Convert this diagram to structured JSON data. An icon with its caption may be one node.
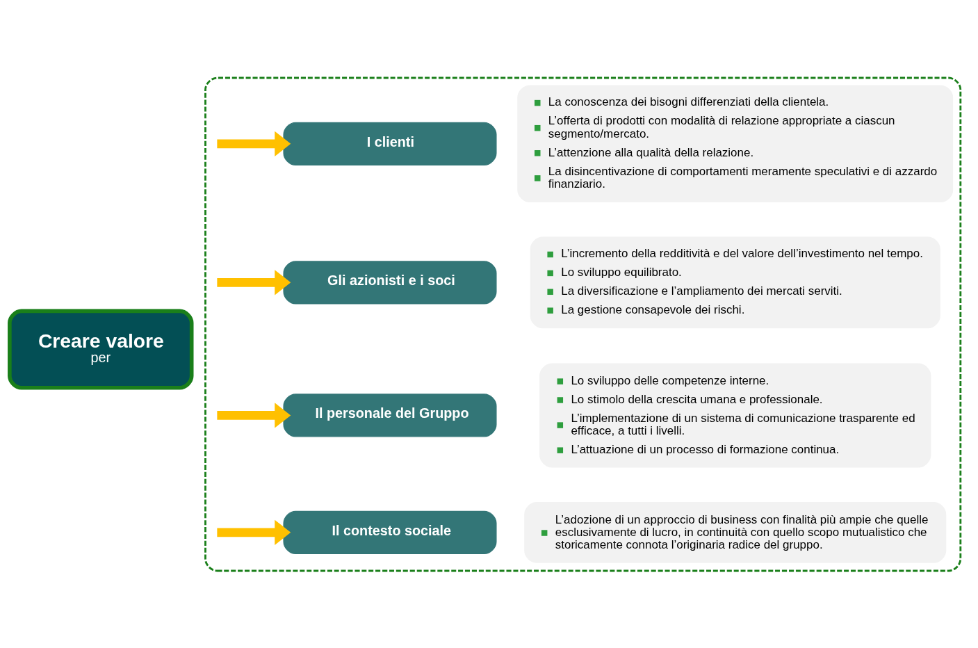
{
  "diagram": {
    "nodes": [
      {
        "text": [],
        "shape": "box"
      },
      {
        "text": [
          "Creare valore",
          "per"
        ]
      },
      {
        "text": [
          "I clienti"
        ],
        "in": 0
      },
      {
        "text": [
          "La conoscenza dei bisogni differenziati della clientela.",
          "L’offerta di prodotti con modalità di relazione appropriate a ciascun segmento/mercato.",
          "L’attenzione alla qualità della relazione.",
          "La disincentivazione di comportamenti meramente speculativi e di azzardo finanziario."
        ],
        "in": 0
      },
      {
        "text": [
          "Gli azionisti e i soci"
        ],
        "in": 0
      },
      {
        "text": [
          "L’incremento della redditività e del valore dell’investimento nel tempo.",
          "Lo sviluppo equilibrato.",
          "La diversificazione e l’ampliamento dei mercati serviti.",
          "La gestione consapevole dei rischi."
        ],
        "in": 0
      },
      {
        "text": [
          "Il personale del Gruppo"
        ],
        "in": 0
      },
      {
        "text": [
          "Lo sviluppo delle competenze interne.",
          "Lo stimolo della crescita umana e professionale.",
          "L’implementazione di un sistema di comunicazione trasparente ed efficace, a tutti i livelli.",
          "L’attuazione di un processo di formazione continua."
        ],
        "in": 0
      },
      {
        "text": [
          "Il contesto sociale"
        ],
        "in": 0
      },
      {
        "text": [
          "L’adozione di un approccio di business con finalità più ampie che quelle esclusivamente di lucro, in continuità con quello scopo mutualistico che  storicamente connota l’originaria radice del gruppo."
        ],
        "in": 0
      }
    ],
    "edges": [
      {
        "from": null,
        "to": 2,
        "arrow": "to"
      },
      {
        "from": null,
        "to": 4,
        "arrow": "to"
      },
      {
        "from": null,
        "to": 6,
        "arrow": "to"
      },
      {
        "from": null,
        "to": 8,
        "arrow": "to"
      }
    ]
  }
}
